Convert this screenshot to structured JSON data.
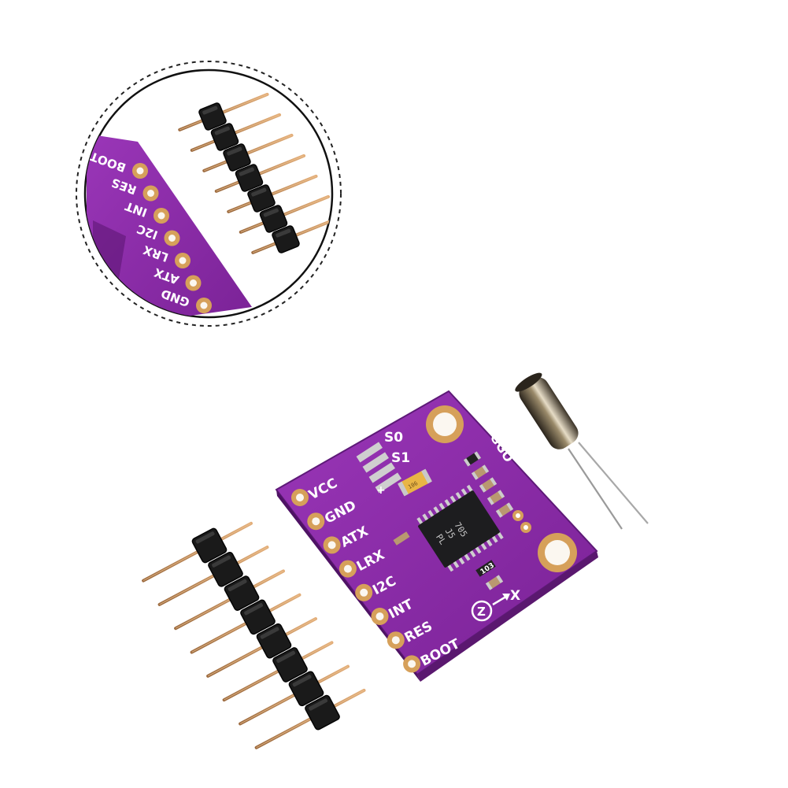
{
  "board": {
    "pins_left": [
      "VCC",
      "GND",
      "ATX",
      "LRX",
      "I2C",
      "INT",
      "RES",
      "BOOT"
    ],
    "jumpers": [
      "S0",
      "S1"
    ],
    "top_right_label": "GGO",
    "bottom_label_num": "Z",
    "axis_label": "X",
    "plus_sign": "+",
    "chip_marking_1": "705",
    "chip_marking_2": "J5",
    "chip_marking_3": "PL",
    "resistor_label": "103",
    "cap_label": "106"
  },
  "zoom_inset": {
    "pins": [
      "BOOT",
      "RES",
      "INT",
      "I2C",
      "LRX",
      "ATX",
      "GND"
    ]
  },
  "colors": {
    "pcb": "#8a2aa8",
    "pcb_dark": "#6e1b8a",
    "gold": "#d8a35a",
    "header_black": "#1a1a1a",
    "copper": "#c69062"
  },
  "icons": [
    "pin-header-icon",
    "crystal-icon",
    "magnifier-circle-icon"
  ]
}
